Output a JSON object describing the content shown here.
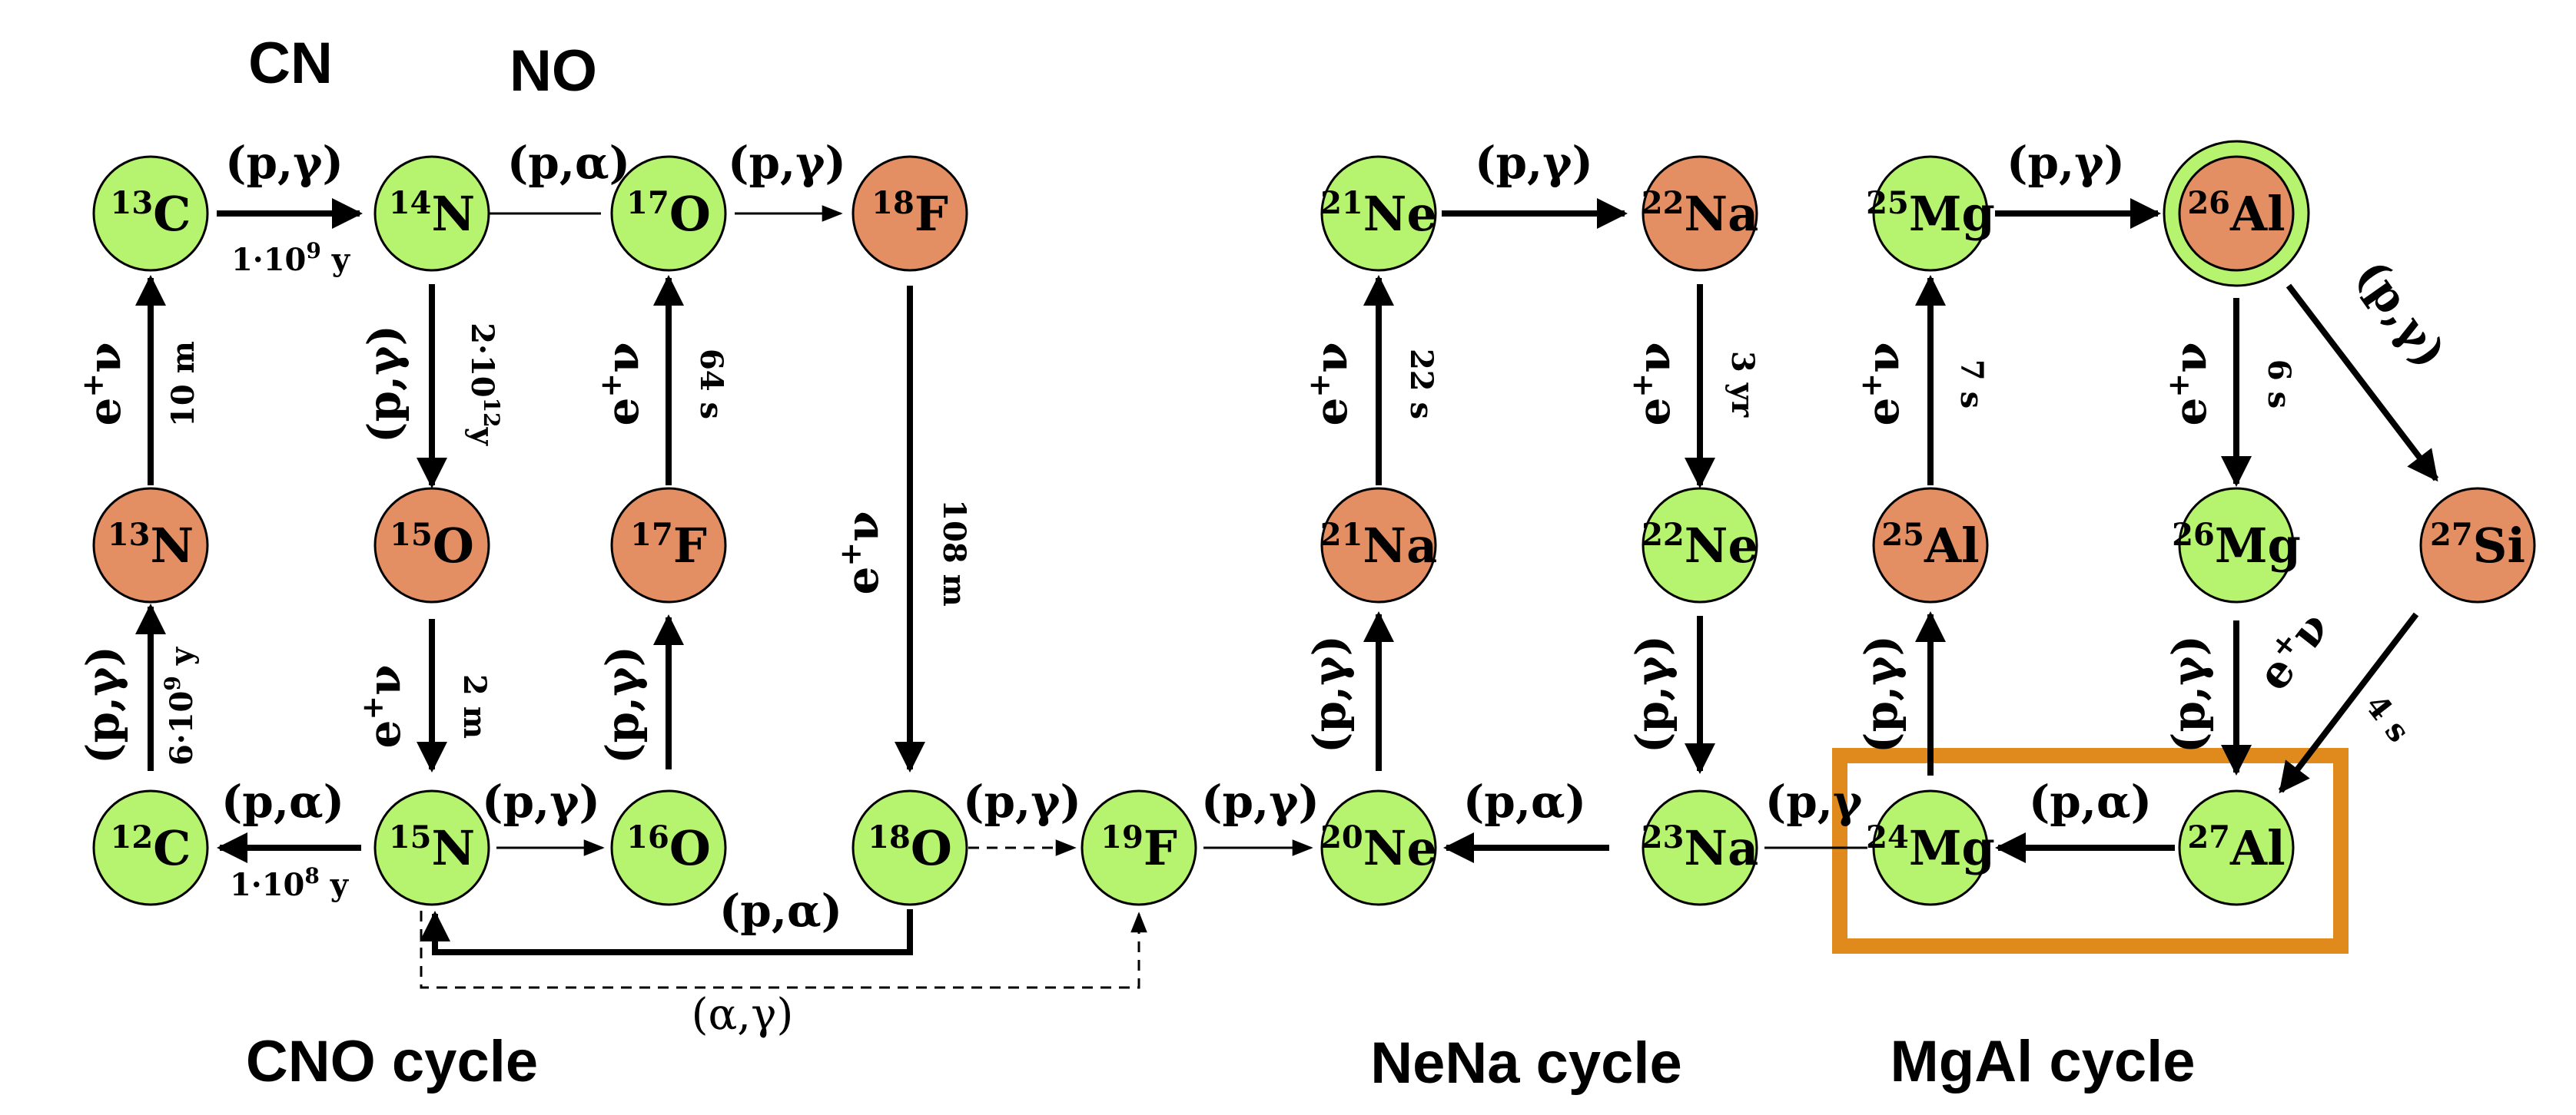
{
  "headers": {
    "cn": "CN",
    "no": "NO"
  },
  "cycles": {
    "cno": "CNO cycle",
    "nena": "NeNa cycle",
    "mgal": "MgAl cycle"
  },
  "colors": {
    "stable": "#b6f36e",
    "unstable": "#e48e63",
    "highlight_box": "#e08a1e",
    "al26_ring": "#b6f36e"
  },
  "nuclides": {
    "c13": {
      "mass": "13",
      "sym": "C",
      "kind": "stable"
    },
    "n14": {
      "mass": "14",
      "sym": "N",
      "kind": "stable"
    },
    "o17": {
      "mass": "17",
      "sym": "O",
      "kind": "stable"
    },
    "f18": {
      "mass": "18",
      "sym": "F",
      "kind": "unstable"
    },
    "n13": {
      "mass": "13",
      "sym": "N",
      "kind": "unstable"
    },
    "o15": {
      "mass": "15",
      "sym": "O",
      "kind": "unstable"
    },
    "f17": {
      "mass": "17",
      "sym": "F",
      "kind": "unstable"
    },
    "c12": {
      "mass": "12",
      "sym": "C",
      "kind": "stable"
    },
    "n15": {
      "mass": "15",
      "sym": "N",
      "kind": "stable"
    },
    "o16": {
      "mass": "16",
      "sym": "O",
      "kind": "stable"
    },
    "o18": {
      "mass": "18",
      "sym": "O",
      "kind": "stable"
    },
    "f19": {
      "mass": "19",
      "sym": "F",
      "kind": "stable"
    },
    "ne21": {
      "mass": "21",
      "sym": "Ne",
      "kind": "stable"
    },
    "na22": {
      "mass": "22",
      "sym": "Na",
      "kind": "unstable"
    },
    "na21": {
      "mass": "21",
      "sym": "Na",
      "kind": "unstable"
    },
    "ne22": {
      "mass": "22",
      "sym": "Ne",
      "kind": "stable"
    },
    "ne20": {
      "mass": "20",
      "sym": "Ne",
      "kind": "stable"
    },
    "na23": {
      "mass": "23",
      "sym": "Na",
      "kind": "stable"
    },
    "mg25": {
      "mass": "25",
      "sym": "Mg",
      "kind": "stable"
    },
    "al26": {
      "mass": "26",
      "sym": "Al",
      "kind": "unstable"
    },
    "al25": {
      "mass": "25",
      "sym": "Al",
      "kind": "unstable"
    },
    "mg26": {
      "mass": "26",
      "sym": "Mg",
      "kind": "stable"
    },
    "si27": {
      "mass": "27",
      "sym": "Si",
      "kind": "unstable"
    },
    "mg24": {
      "mass": "24",
      "sym": "Mg",
      "kind": "stable"
    },
    "al27": {
      "mass": "27",
      "sym": "Al",
      "kind": "stable"
    }
  },
  "reactions": {
    "p_gamma": "(p,γ)",
    "p_alpha": "(p,α)",
    "alpha_gamma": "(α,γ)",
    "p_gamma_trunc": "(p,γ"
  },
  "decay_label": {
    "base": "e",
    "sup": "+",
    "nu": "ν"
  },
  "timescales": {
    "c13_n14": "1·10",
    "c13_n14_exp": "9",
    "c13_n14_unit": " y",
    "c12_n13": "6·10",
    "c12_n13_exp": "9",
    "c12_n13_unit": " y",
    "n15_c12": "1·10",
    "n15_c12_exp": "8",
    "n15_c12_unit": " y",
    "n14_o15": "2·10",
    "n14_o15_exp": "12",
    "n14_o15_unit": "y",
    "n13_decay": "10 m",
    "o15_decay": "2 m",
    "f17_decay": "64 s",
    "f18_decay": "108 m",
    "na21_decay": "22 s",
    "na22_decay": "3 yr",
    "al25_decay": "7 s",
    "al26_decay": "6 s",
    "si27_decay": "4 s"
  }
}
